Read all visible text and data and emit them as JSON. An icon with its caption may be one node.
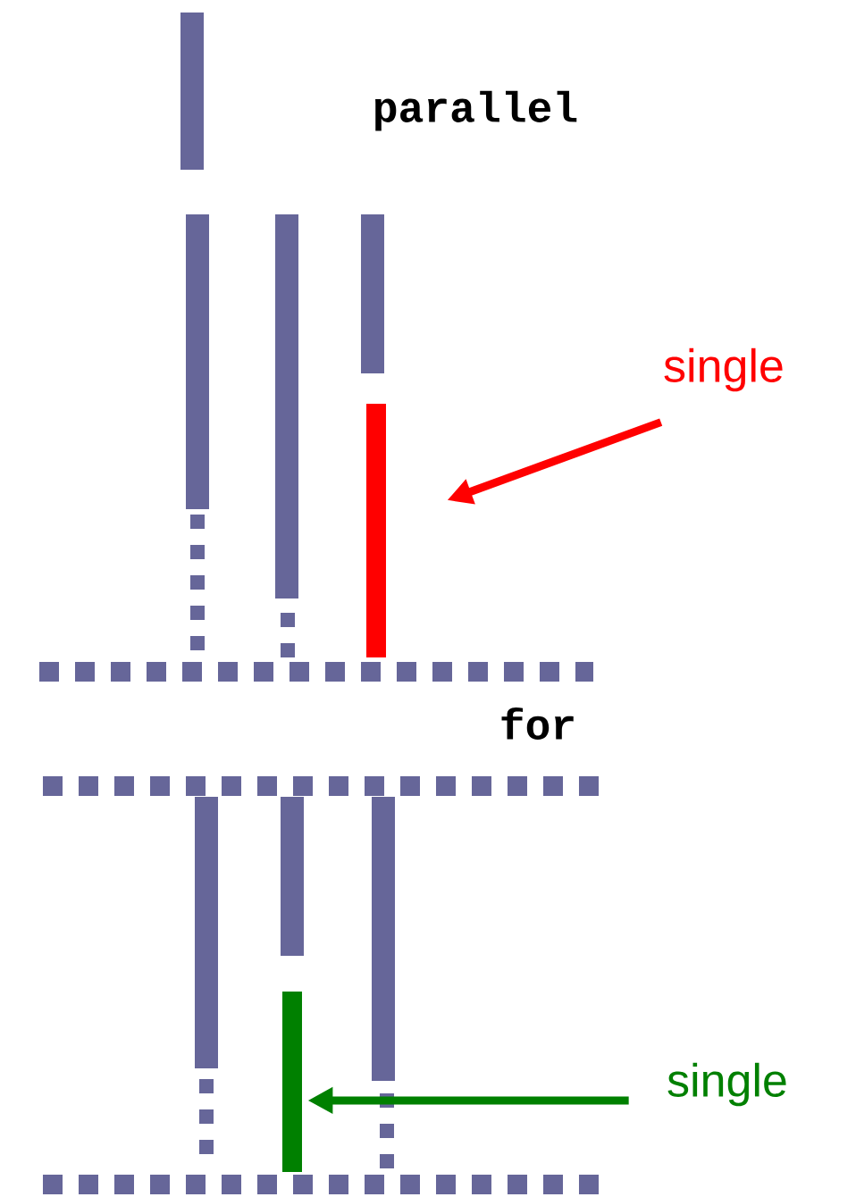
{
  "diagram": {
    "nodes": [
      {
        "text": [
          "single"
        ]
      },
      {
        "text": [],
        "shape": "bar"
      },
      {
        "text": [
          "single"
        ]
      },
      {
        "text": [],
        "shape": "bar"
      }
    ],
    "edges": [
      {
        "from": 0,
        "to": 1,
        "arrow": "to",
        "color": "#ff0000"
      },
      {
        "from": 2,
        "to": 3,
        "arrow": "to",
        "color": "#008000"
      }
    ],
    "labels": [
      "parallel",
      "for"
    ]
  }
}
